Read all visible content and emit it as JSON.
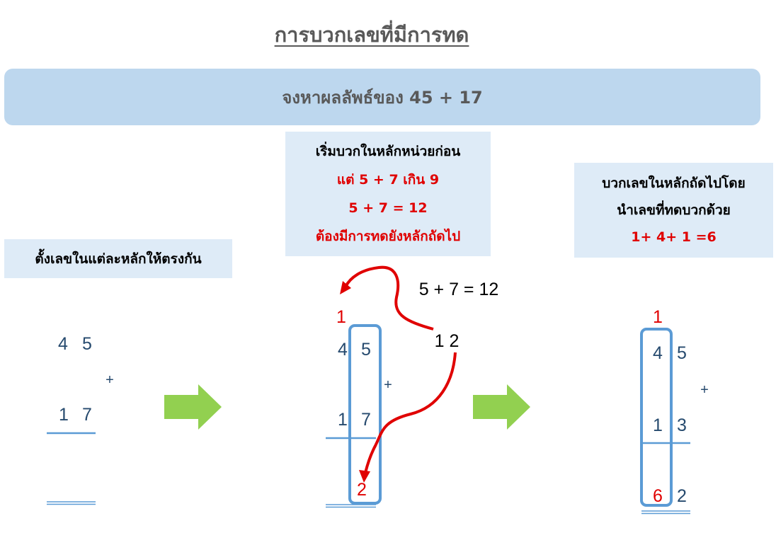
{
  "title": "การบวกเลขที่มีการทด",
  "problem": "จงหาผลลัพธ์ของ 45 + 17",
  "step1": {
    "note": "ตั้งเลขในแต่ละหลักให้ตรงกัน",
    "top": [
      "4",
      "5"
    ],
    "bottom": [
      "1",
      "7"
    ],
    "op": "+"
  },
  "step2": {
    "note_lines": [
      "เริ่มบวกในหลักหน่วยก่อน",
      "แต่ 5 + 7 เกิน 9",
      "5 + 7 = 12",
      "ต้องมีการทดยังหลักถัดไป"
    ],
    "carry": "1",
    "top": [
      "4",
      "5"
    ],
    "bottom": [
      "1",
      "7"
    ],
    "op": "+",
    "result_ones": "2",
    "equation": "5 + 7 = 12",
    "sum": "1 2"
  },
  "step3": {
    "note_lines": [
      "บวกเลขในหลักถัดไปโดย",
      "นำเลขที่ทดบวกด้วย",
      "1+ 4+ 1 =6"
    ],
    "carry": "1",
    "top": [
      "4",
      "5"
    ],
    "bottom": [
      "1",
      "3"
    ],
    "op": "+",
    "result": [
      "6",
      "2"
    ]
  },
  "colors": {
    "banner": "#bdd7ee",
    "note": "#deebf7",
    "arrow": "#92d050",
    "box": "#5b9bd5",
    "red": "#e00000",
    "digits": "#264a6e"
  }
}
